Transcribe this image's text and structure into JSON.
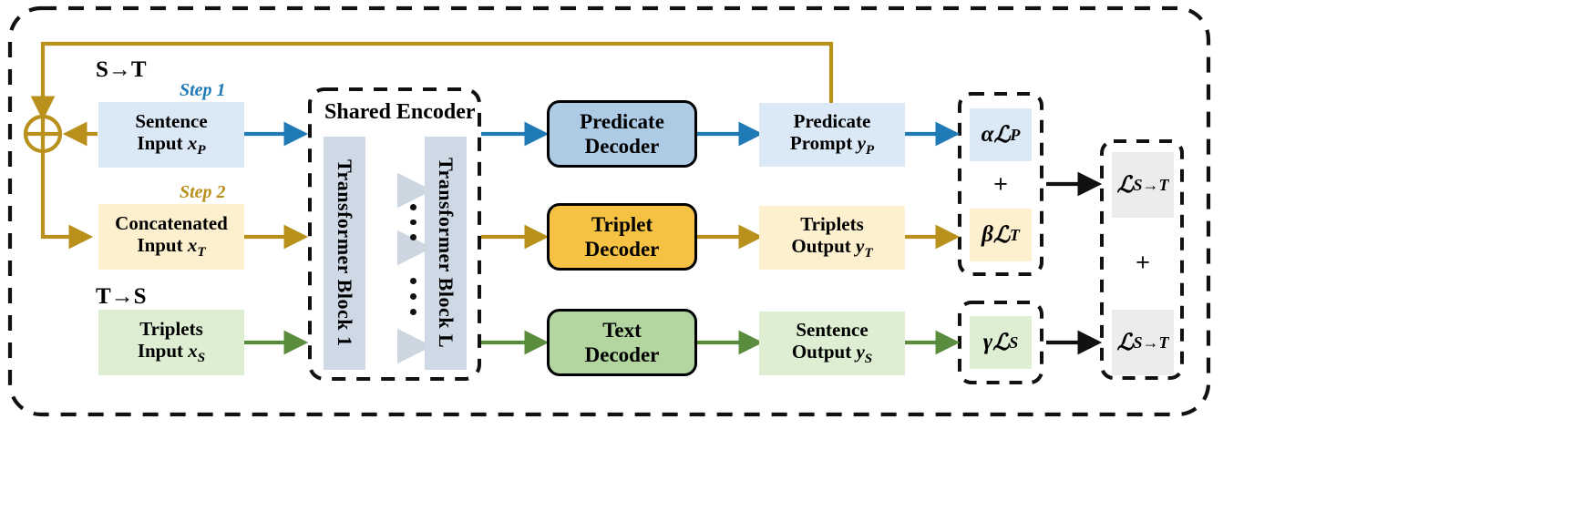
{
  "figure": {
    "title": "Dual-direction shared encoder multi-decoder framework",
    "outer_frame": "dashed-rounded-container"
  },
  "colors": {
    "blue_line": "#1f7ab5",
    "gold_line": "#b8901b",
    "green_line": "#5a8c3e",
    "black_line": "#111111",
    "blue_fill_dark": "#aecbe6",
    "blue_fill_light": "#dbe8f6",
    "gold_fill_dark": "#f6c244",
    "gold_fill_light": "#fdf0cf",
    "green_fill_dark": "#b3d5a0",
    "green_fill_light": "#ddeed3",
    "grey_fill": "#ececec",
    "encoder_block_fill": "#cfd9e6",
    "encoder_inner_arrow": "#ccd6e0",
    "step1_text": "#1f7ab5",
    "step2_text": "#b8901b"
  },
  "direction_labels": {
    "forward": "S→T",
    "backward": "T→S"
  },
  "steps": {
    "step1": "Step 1",
    "step2": "Step 2"
  },
  "inputs": [
    {
      "id": "sentence-input",
      "line1": "Sentence",
      "line2": "Input",
      "var": "x",
      "sub": "P"
    },
    {
      "id": "concatenated-input",
      "line1": "Concatenated",
      "line2": "Input",
      "var": "x",
      "sub": "T"
    },
    {
      "id": "triplets-input",
      "line1": "Triplets",
      "line2": "Input",
      "var": "x",
      "sub": "S"
    }
  ],
  "encoder": {
    "title": "Shared Encoder",
    "block_first": "Transformer Block 1",
    "block_last": "Transformer Block L",
    "inner_arrow_count": 3,
    "dot_groups": 2
  },
  "decoders": [
    {
      "id": "predicate-decoder",
      "line1": "Predicate",
      "line2": "Decoder"
    },
    {
      "id": "triplet-decoder",
      "line1": "Triplet",
      "line2": "Decoder"
    },
    {
      "id": "text-decoder",
      "line1": "Text",
      "line2": "Decoder"
    }
  ],
  "outputs": [
    {
      "id": "predicate-prompt",
      "line1": "Predicate",
      "line2": "Prompt",
      "var": "y",
      "sub": "P"
    },
    {
      "id": "triplets-output",
      "line1": "Triplets",
      "line2": "Output",
      "var": "y",
      "sub": "T"
    },
    {
      "id": "sentence-output",
      "line1": "Sentence",
      "line2": "Output",
      "var": "y",
      "sub": "S"
    }
  ],
  "losses": {
    "alpha_lp": {
      "coef": "α",
      "symbol": "ℒ",
      "sub": "P"
    },
    "beta_lt": {
      "coef": "β",
      "symbol": "ℒ",
      "sub": "T"
    },
    "gamma_ls": {
      "coef": "γ",
      "symbol": "ℒ",
      "sub": "S"
    },
    "plus_in_group": "+",
    "plus_between_totals": "+"
  },
  "totals": [
    {
      "id": "total-loss-top",
      "symbol": "ℒ",
      "sub": "S→T"
    },
    {
      "id": "total-loss-bottom",
      "symbol": "ℒ",
      "sub": "S→T"
    }
  ],
  "operators": {
    "merge_node": "⊕"
  }
}
